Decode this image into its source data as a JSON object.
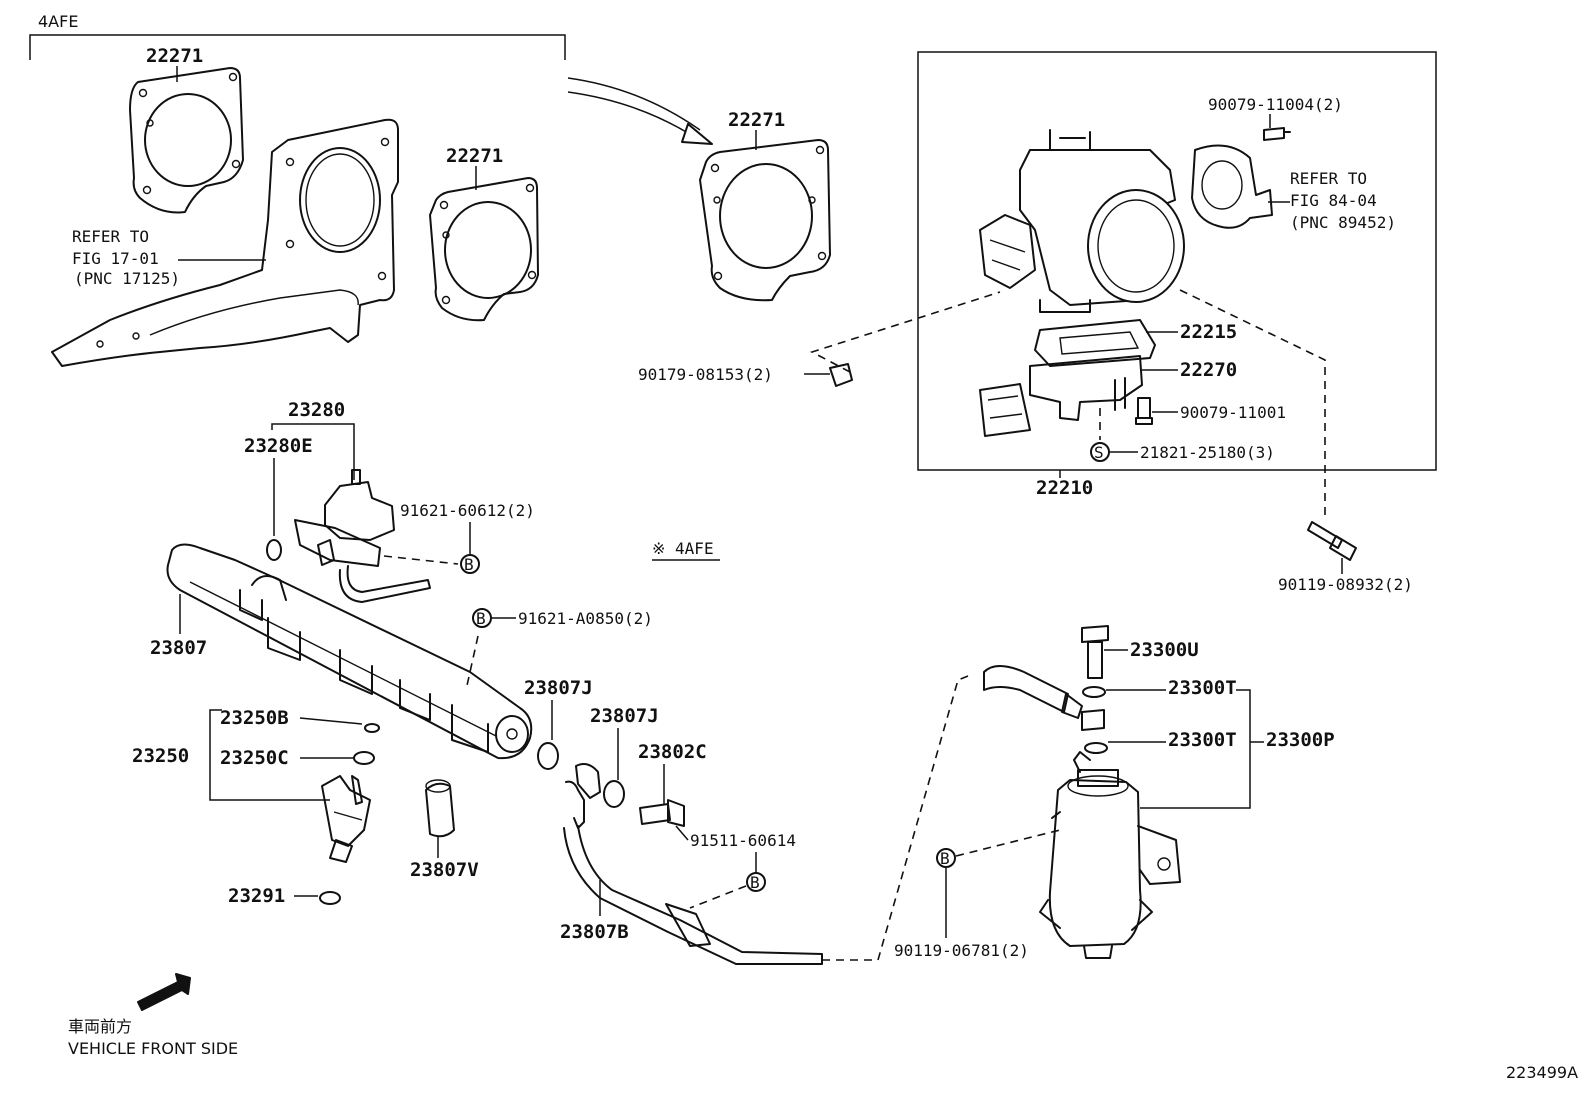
{
  "engine_note": "4AFE",
  "engine_note_marked": "※ 4AFE",
  "gaskets": {
    "g1": "22271",
    "g2": "22271",
    "g3": "22271"
  },
  "refer_left": {
    "line1": "REFER TO",
    "line2": "FIG 17-01",
    "line3": "(PNC 17125)"
  },
  "refer_right": {
    "line1": "REFER TO",
    "line2": "FIG 84-04",
    "line3": "(PNC 89452)"
  },
  "throttle": {
    "body": "22210",
    "screw_top": "90079-11004(2)",
    "gasket": "22215",
    "valve": "22270",
    "screw": "90079-11001",
    "stud": "21821-25180(3)",
    "stud_mark": "S",
    "nut": "90179-08153(2)",
    "bolt": "90119-08932(2)"
  },
  "regulator": {
    "assy": "23280",
    "oring": "23280E",
    "bolt": "91621-60612(2)"
  },
  "rail": {
    "delivery_pipe": "23807",
    "bolt": "91621-A0850(2)",
    "gasket1": "23807J",
    "gasket2": "23807J",
    "union": "23802C",
    "union_bolt": "91511-60614",
    "hose": "23807B",
    "spacer": "23807V"
  },
  "injector": {
    "assy": "23250",
    "oring": "23250B",
    "grommet": "23250C",
    "insulator": "23291"
  },
  "filter": {
    "bolt": "23300U",
    "gasket1": "23300T",
    "gasket2": "23300T",
    "assy": "23300P",
    "bolt2": "90119-06781(2)"
  },
  "bolt_mark": "B",
  "front": {
    "jp": "車両前方",
    "en": "VEHICLE FRONT SIDE"
  },
  "catalog_id": "223499A"
}
